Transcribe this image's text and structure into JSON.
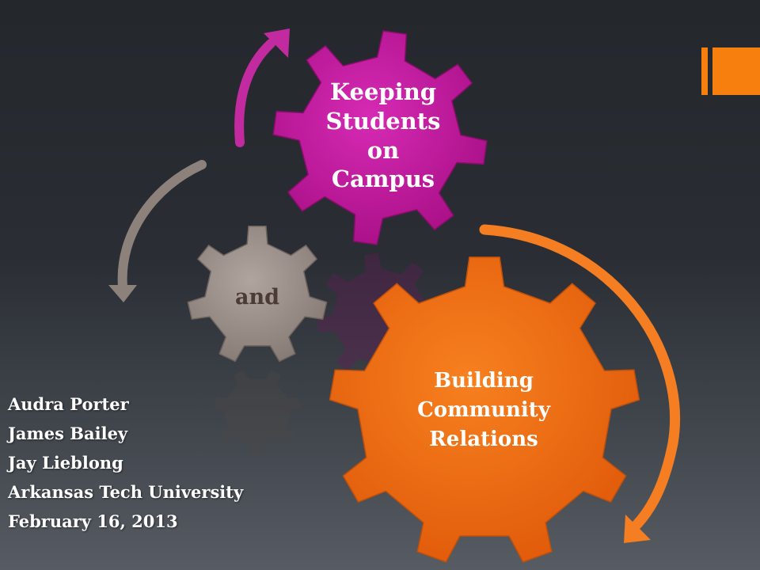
{
  "colors": {
    "background_top": "#24272c",
    "background_bottom": "#575c63",
    "accent": "#f77f0e",
    "gear_magenta": "#c4189e",
    "gear_taupe": "#9d918a",
    "gear_orange": "#f26b12",
    "arrow_magenta": "#c22a9f",
    "arrow_taupe": "#8c827b",
    "arrow_orange": "#f47e21",
    "gear_text_light": "#ffffff",
    "gear_text_dark": "#4a3b35"
  },
  "gears": {
    "top": {
      "label_lines": [
        "Keeping",
        "Students",
        "on",
        "Campus"
      ]
    },
    "middle": {
      "label_lines": [
        "and"
      ]
    },
    "bottom": {
      "label_lines": [
        "Building",
        "Community",
        "Relations"
      ]
    }
  },
  "credits": [
    "Audra Porter",
    "James Bailey",
    "Jay Lieblong",
    "Arkansas Tech University",
    "February 16,  2013"
  ]
}
